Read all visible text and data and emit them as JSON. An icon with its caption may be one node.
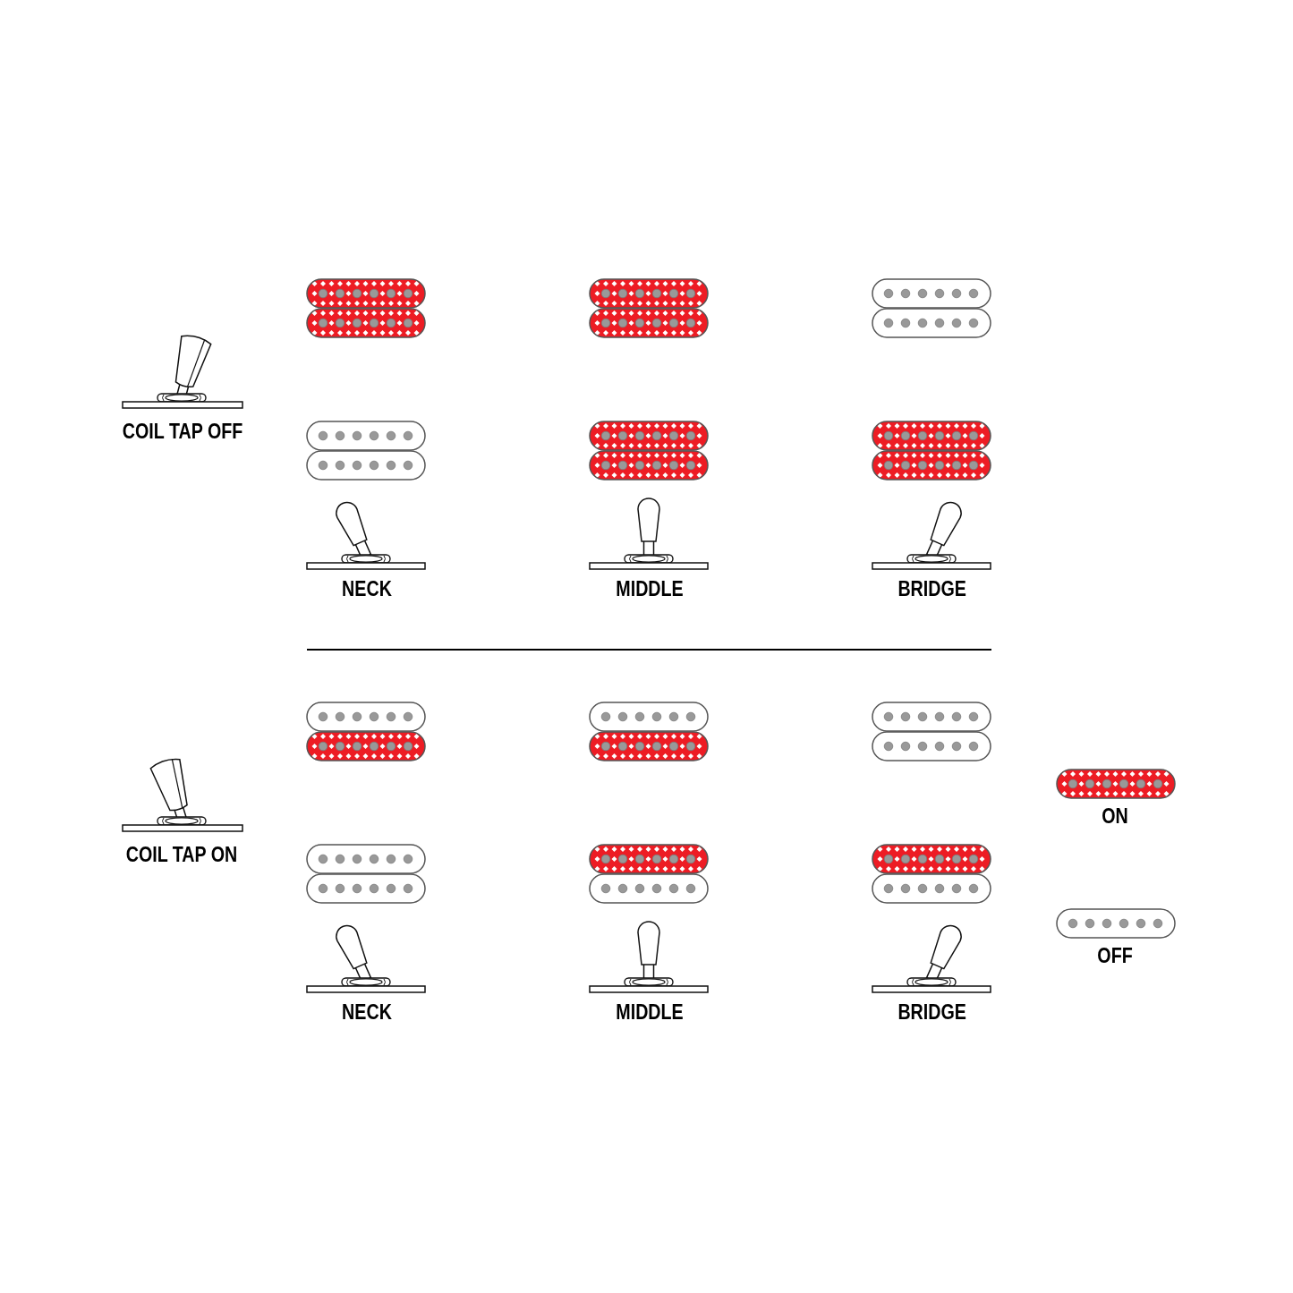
{
  "diagram": {
    "labels": [
      "COIL TAP OFF",
      "NECK",
      "MIDDLE",
      "BRIDGE",
      "COIL TAP ON",
      "NECK",
      "MIDDLE",
      "BRIDGE"
    ],
    "legend": [
      {
        "text": "ON",
        "color": "#ed1c24"
      },
      {
        "text": "OFF"
      }
    ]
  }
}
